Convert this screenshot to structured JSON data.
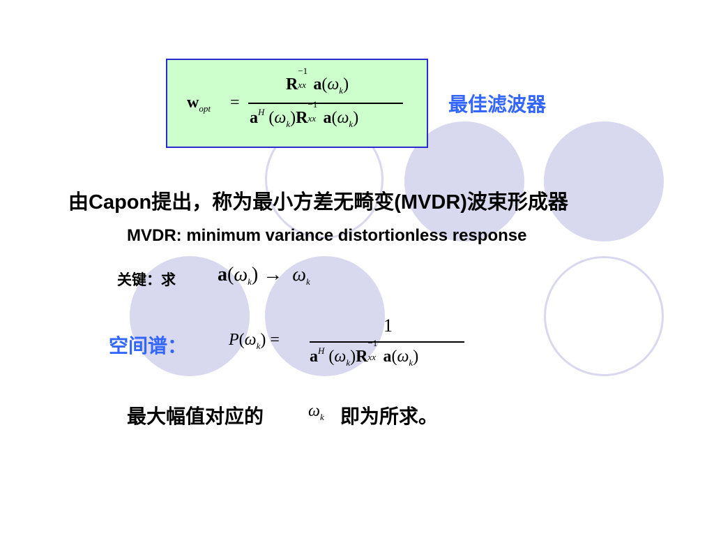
{
  "title_label": "最佳滤波器",
  "capon_line": "由Capon提出，称为最小方差无畸变(MVDR)波束形成器",
  "mvdr_line": "MVDR: minimum variance distortionless response",
  "key_label": "关键：求",
  "spectrum_label": "空间谱：",
  "result_prefix": "最大幅值对应的",
  "result_suffix": "即为所求。",
  "colors": {
    "box_fill": "#ccffcc",
    "box_border": "#2a2ad0",
    "circle": "#d8d8ee",
    "accent_text": "#3366ff"
  },
  "math": {
    "w": "w",
    "opt": "opt",
    "eq": "=",
    "R": "R",
    "inv": "−1",
    "xx": "xx",
    "a": "a",
    "H": "H",
    "omega": "ω",
    "k": "k",
    "lp": "(",
    "rp": ")",
    "arrow": "→",
    "P": "P",
    "one": "1"
  }
}
